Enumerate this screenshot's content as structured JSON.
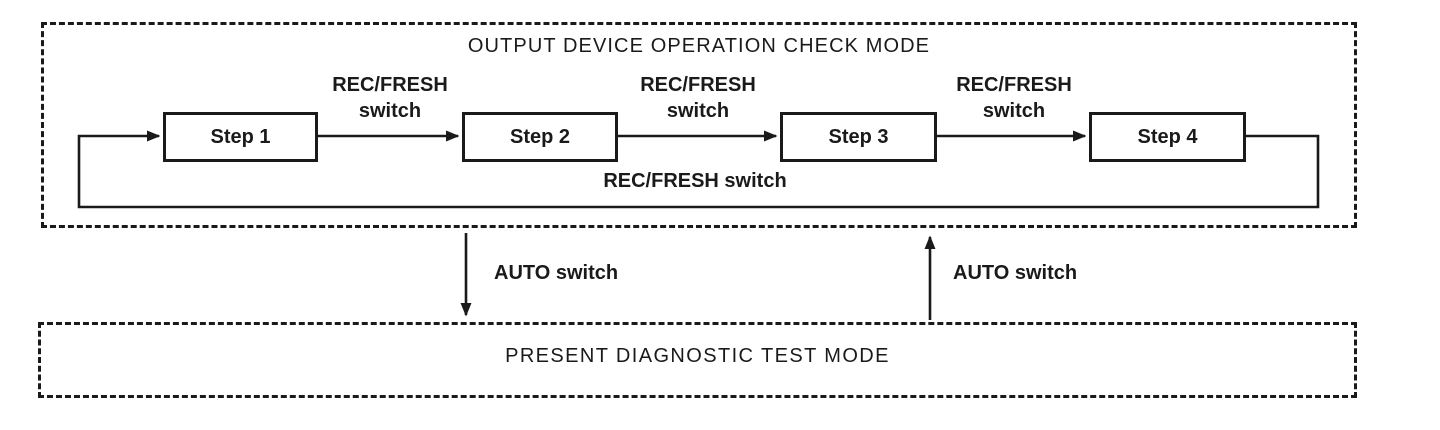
{
  "page": {
    "background_color": "#ffffff",
    "ink_color": "#1a1a1a"
  },
  "top_box": {
    "title": "OUTPUT DEVICE OPERATION CHECK MODE",
    "steps": [
      {
        "label": "Step 1"
      },
      {
        "label": "Step 2"
      },
      {
        "label": "Step 3"
      },
      {
        "label": "Step 4"
      }
    ],
    "step_transition_labels": [
      {
        "line1": "REC/FRESH",
        "line2": "switch"
      },
      {
        "line1": "REC/FRESH",
        "line2": "switch"
      },
      {
        "line1": "REC/FRESH",
        "line2": "switch"
      }
    ],
    "loop_label": "REC/FRESH switch"
  },
  "mode_transitions": {
    "down_label": "AUTO switch",
    "up_label": "AUTO switch"
  },
  "bottom_box": {
    "title": "PRESENT DIAGNOSTIC TEST MODE"
  }
}
